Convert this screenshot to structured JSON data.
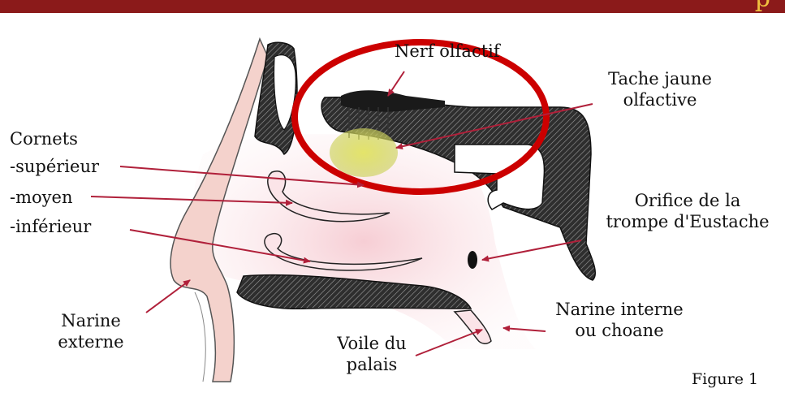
{
  "header": {
    "bar_color": "#8b1a1a",
    "glyph": "p",
    "glyph_color": "#f0c040"
  },
  "labels": {
    "nerf_olfactif": "Nerf olfactif",
    "tache_line1": "Tache jaune",
    "tache_line2": "olfactive",
    "cornets": "Cornets",
    "superieur": "-supérieur",
    "moyen": "-moyen",
    "inferieur": "-inférieur",
    "orifice_line1": "Orifice de la",
    "orifice_line2": "trompe d'Eustache",
    "narine_ext_line1": "Narine",
    "narine_ext_line2": "externe",
    "voile_line1": "Voile du",
    "voile_line2": "palais",
    "narine_int_line1": "Narine interne",
    "narine_int_line2": "ou choane",
    "figure": "Figure 1"
  },
  "colors": {
    "arrow": "#b0203a",
    "highlight_ellipse": "#cc0000",
    "bone": "#3a3a3a",
    "mucosa": "#f7d4d8",
    "yellow_spot": "#d8dc5a"
  }
}
